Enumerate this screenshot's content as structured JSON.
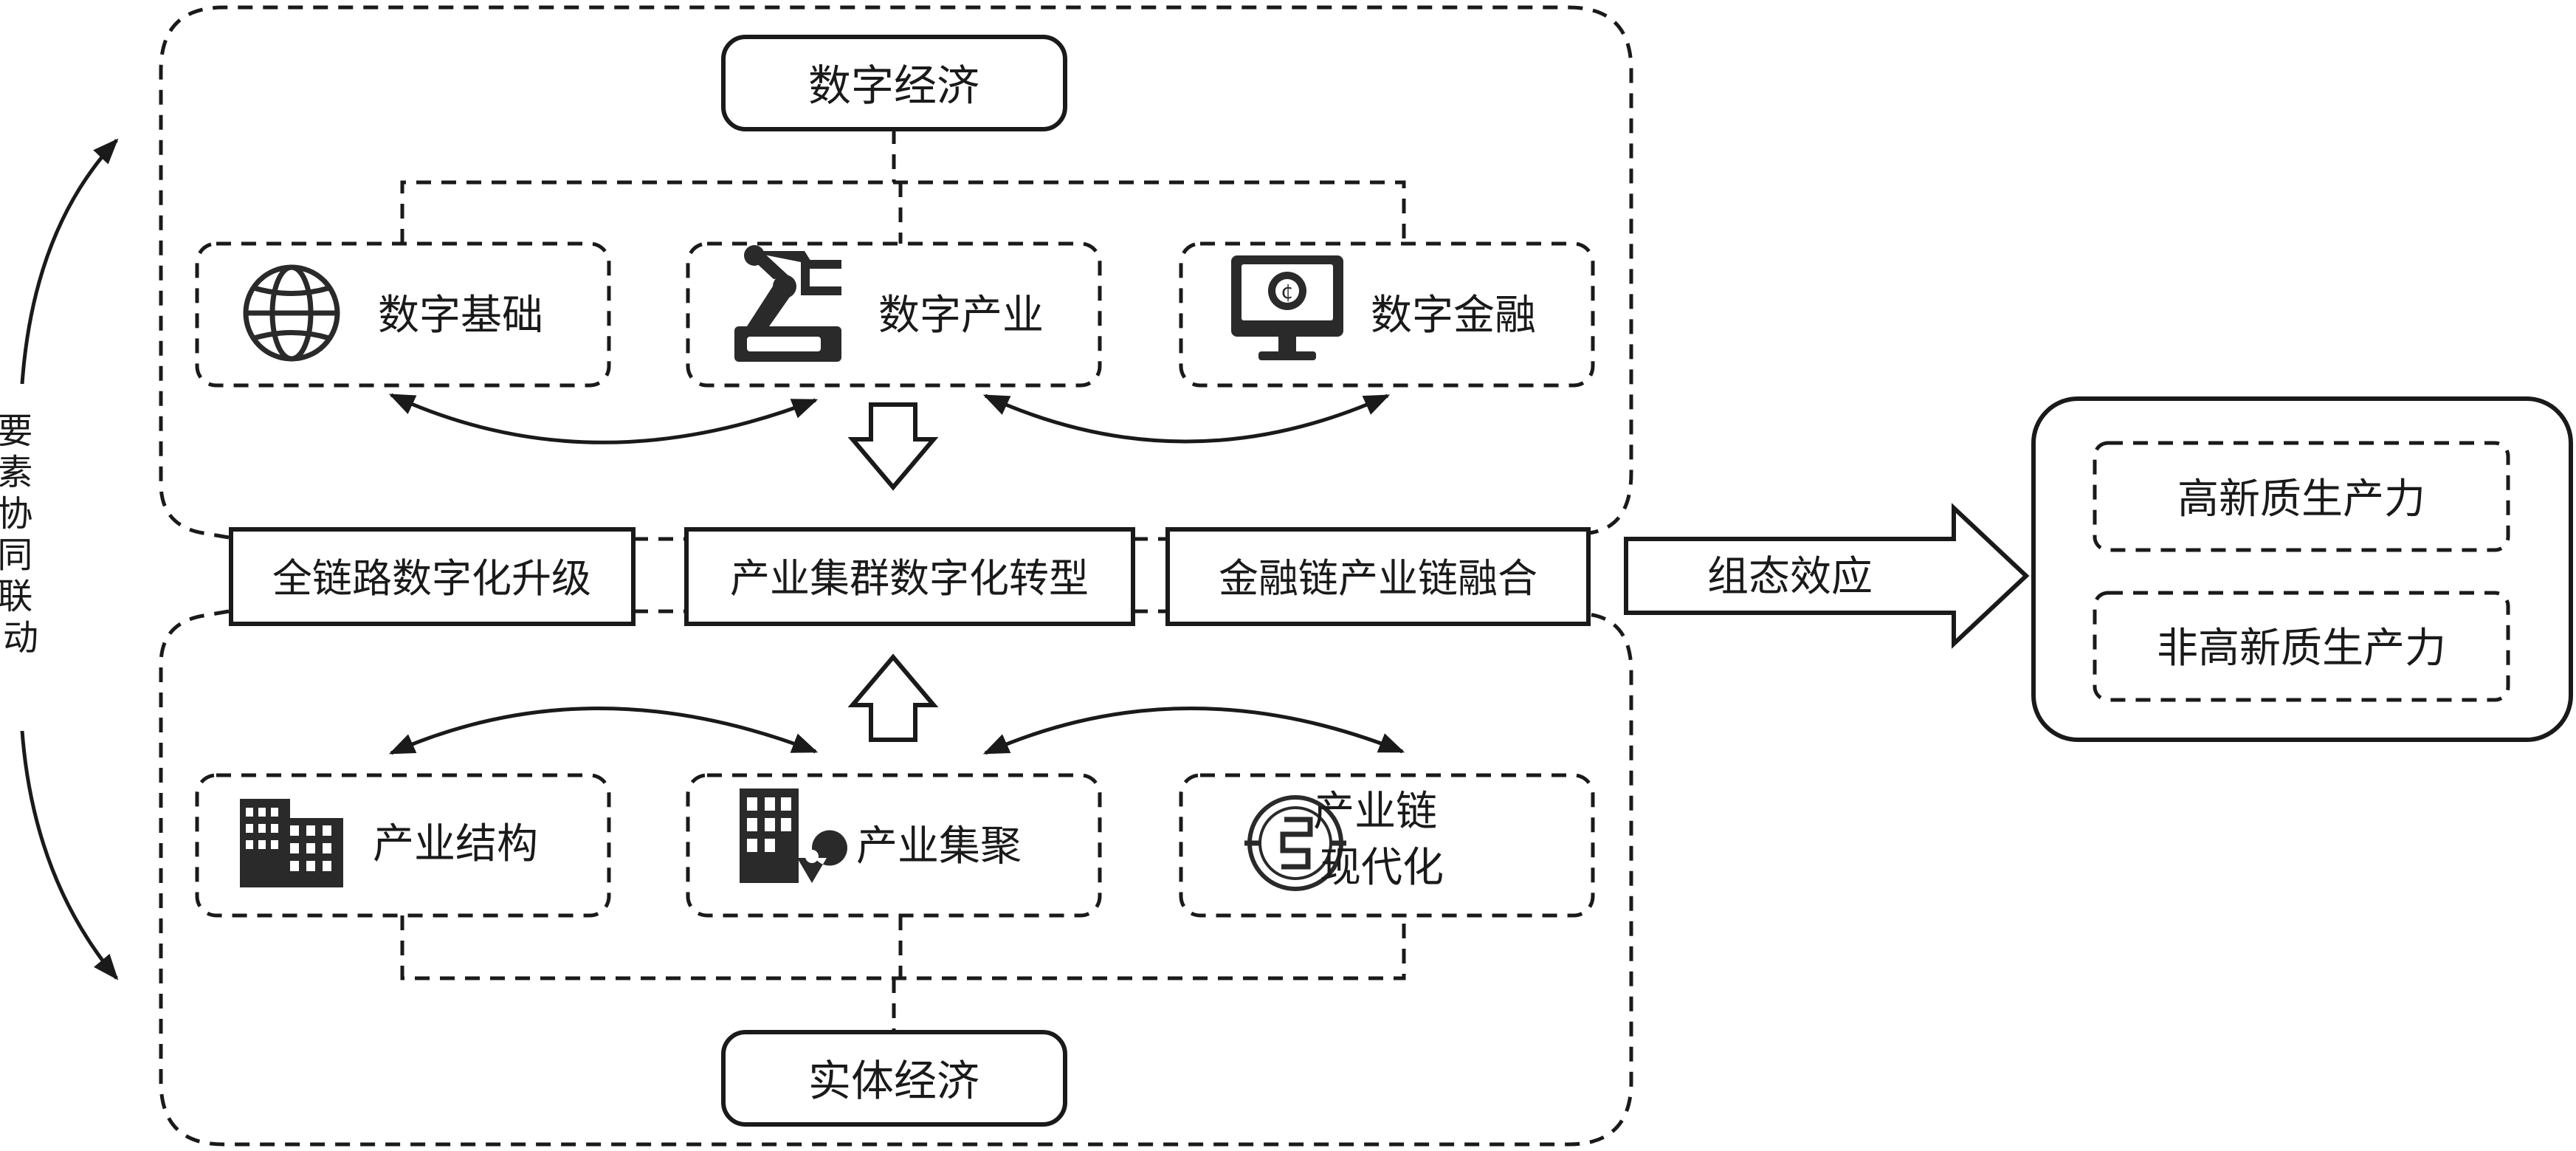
{
  "side_label": "要素协同联动",
  "digital_economy": {
    "title": "数字经济",
    "items": [
      {
        "label": "数字基础",
        "icon": "globe-icon"
      },
      {
        "label": "数字产业",
        "icon": "robot-arm-icon"
      },
      {
        "label": "数字金融",
        "icon": "computer-coin-icon"
      }
    ]
  },
  "transformations": [
    "全链路数字化升级",
    "产业集群数字化转型",
    "金融链产业链融合"
  ],
  "real_economy": {
    "title": "实体经济",
    "items": [
      {
        "label": "产业结构",
        "icon": "buildings-icon"
      },
      {
        "label": "产业集聚",
        "icon": "building-location-icon"
      },
      {
        "label_line1": "产业链",
        "label_line2": "现代化",
        "icon": "chain-circuit-icon"
      }
    ]
  },
  "effect_arrow_label": "组态效应",
  "outcomes": [
    "高新质生产力",
    "非高新质生产力"
  ],
  "colors": {
    "line": "#1a1a1a",
    "background": "#ffffff",
    "icon": "#2a2a2a"
  }
}
